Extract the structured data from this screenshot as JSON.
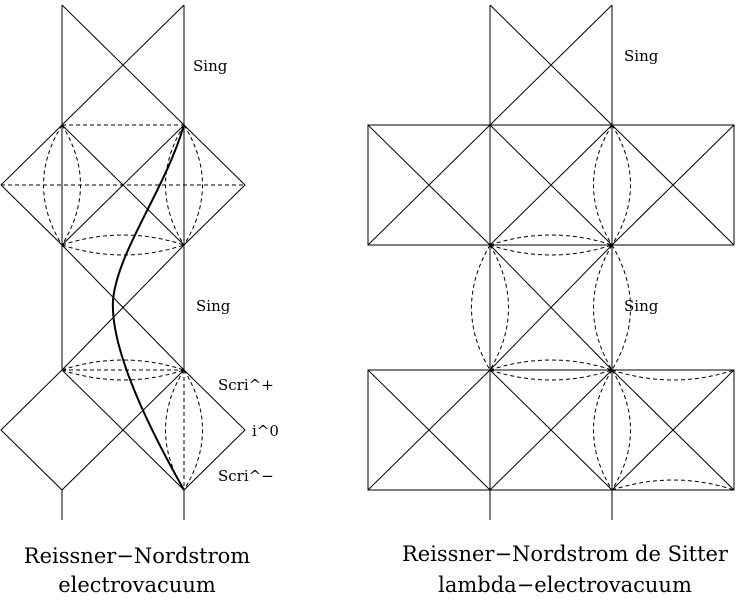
{
  "left_diagram": {
    "labels": {
      "sing_top": "Sing",
      "sing_mid": "Sing",
      "scri_plus": "Scri^+",
      "i0": "i^0",
      "scri_minus": "Scri^−"
    },
    "caption": [
      "Reissner−Nordstrom",
      "electrovacuum"
    ]
  },
  "right_diagram": {
    "labels": {
      "sing_top": "Sing",
      "sing_mid": "Sing"
    },
    "caption": [
      "Reissner−Nordstrom de Sitter",
      "lambda−electrovacuum"
    ]
  }
}
